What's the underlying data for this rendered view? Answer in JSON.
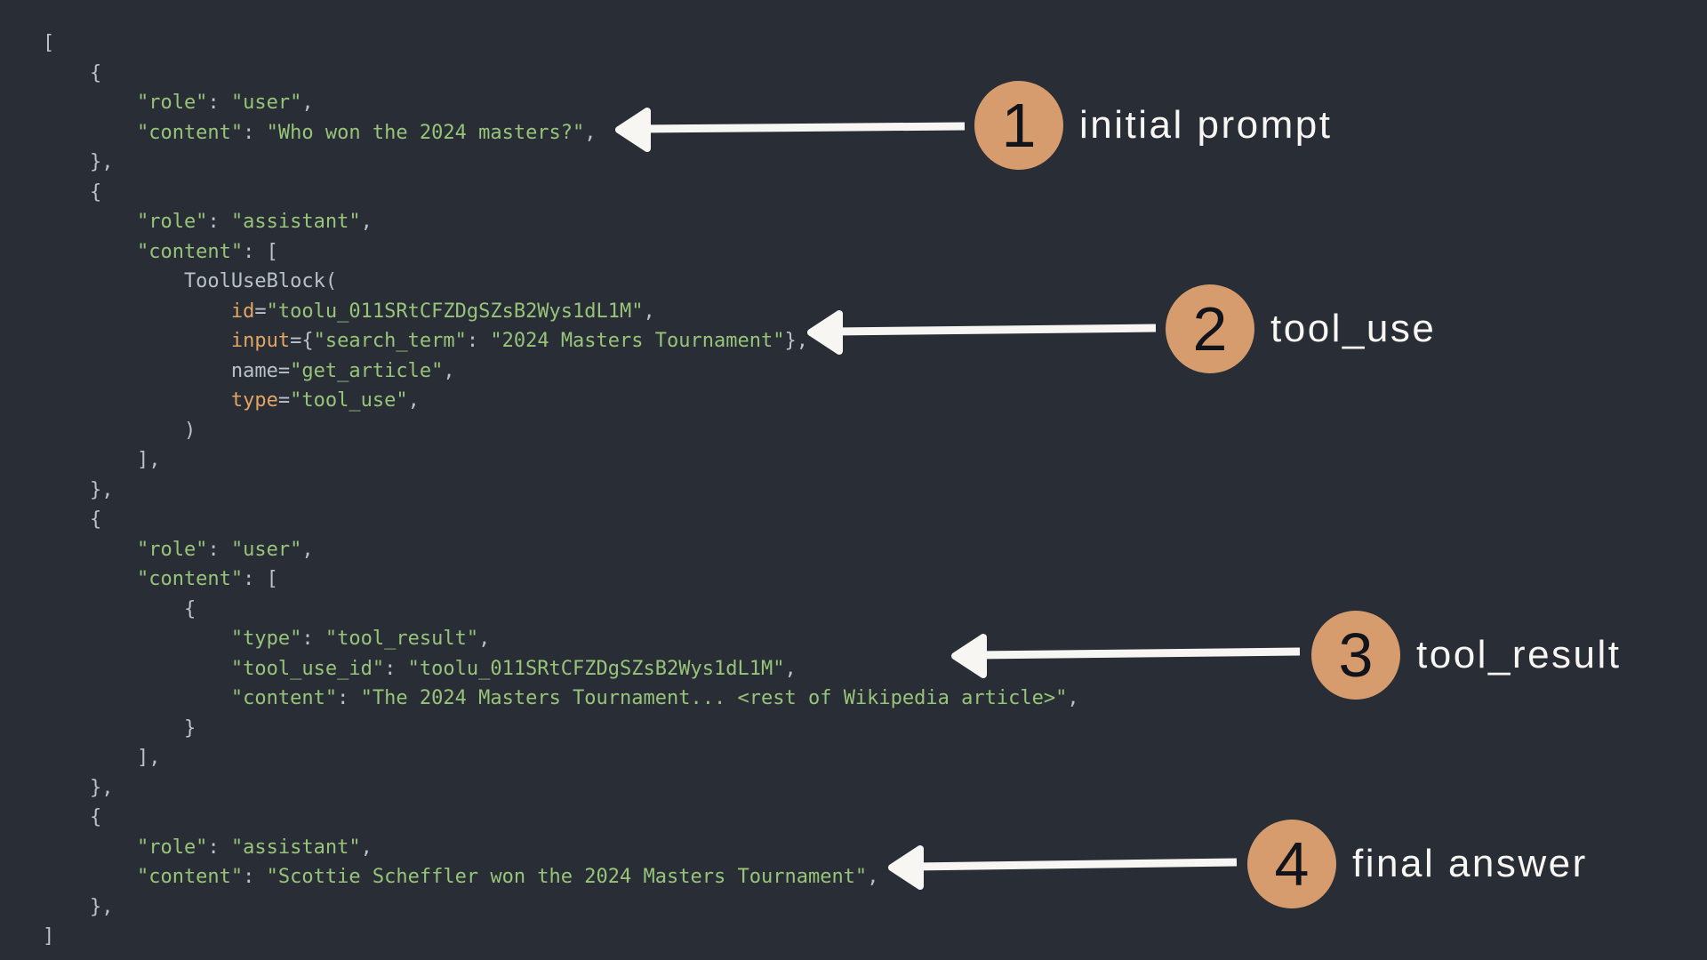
{
  "colors": {
    "bg": "#282d36",
    "code-plain": "#bac1cb",
    "code-string": "#98c47a",
    "code-keyword": "#e3a562",
    "circle-fill": "#d69c6e",
    "circle-number": "#11141a",
    "label-text": "#f7f6f3",
    "arrow": "#f7f6f3"
  },
  "code": {
    "lines": [
      [
        {
          "c": "p",
          "t": "["
        }
      ],
      [
        {
          "c": "p",
          "t": "    {"
        }
      ],
      [
        {
          "c": "s",
          "t": "        \"role\""
        },
        {
          "c": "p",
          "t": ": "
        },
        {
          "c": "s",
          "t": "\"user\""
        },
        {
          "c": "p",
          "t": ","
        }
      ],
      [
        {
          "c": "s",
          "t": "        \"content\""
        },
        {
          "c": "p",
          "t": ": "
        },
        {
          "c": "s",
          "t": "\"Who won the 2024 masters?\""
        },
        {
          "c": "p",
          "t": ","
        }
      ],
      [
        {
          "c": "p",
          "t": "    },"
        }
      ],
      [
        {
          "c": "p",
          "t": "    {"
        }
      ],
      [
        {
          "c": "s",
          "t": "        \"role\""
        },
        {
          "c": "p",
          "t": ": "
        },
        {
          "c": "s",
          "t": "\"assistant\""
        },
        {
          "c": "p",
          "t": ","
        }
      ],
      [
        {
          "c": "s",
          "t": "        \"content\""
        },
        {
          "c": "p",
          "t": ": ["
        }
      ],
      [
        {
          "c": "p",
          "t": "            ToolUseBlock("
        }
      ],
      [
        {
          "c": "p",
          "t": "                "
        },
        {
          "c": "k",
          "t": "id"
        },
        {
          "c": "p",
          "t": "="
        },
        {
          "c": "s",
          "t": "\"toolu_011SRtCFZDgSZsB2Wys1dL1M\""
        },
        {
          "c": "p",
          "t": ","
        }
      ],
      [
        {
          "c": "p",
          "t": "                "
        },
        {
          "c": "k",
          "t": "input"
        },
        {
          "c": "p",
          "t": "={"
        },
        {
          "c": "s",
          "t": "\"search_term\""
        },
        {
          "c": "p",
          "t": ": "
        },
        {
          "c": "s",
          "t": "\"2024 Masters Tournament\""
        },
        {
          "c": "p",
          "t": "},"
        }
      ],
      [
        {
          "c": "p",
          "t": "                name="
        },
        {
          "c": "s",
          "t": "\"get_article\""
        },
        {
          "c": "p",
          "t": ","
        }
      ],
      [
        {
          "c": "p",
          "t": "                "
        },
        {
          "c": "k",
          "t": "type"
        },
        {
          "c": "p",
          "t": "="
        },
        {
          "c": "s",
          "t": "\"tool_use\""
        },
        {
          "c": "p",
          "t": ","
        }
      ],
      [
        {
          "c": "p",
          "t": "            )"
        }
      ],
      [
        {
          "c": "p",
          "t": "        ],"
        }
      ],
      [
        {
          "c": "p",
          "t": "    },"
        }
      ],
      [
        {
          "c": "p",
          "t": "    {"
        }
      ],
      [
        {
          "c": "s",
          "t": "        \"role\""
        },
        {
          "c": "p",
          "t": ": "
        },
        {
          "c": "s",
          "t": "\"user\""
        },
        {
          "c": "p",
          "t": ","
        }
      ],
      [
        {
          "c": "s",
          "t": "        \"content\""
        },
        {
          "c": "p",
          "t": ": ["
        }
      ],
      [
        {
          "c": "p",
          "t": "            {"
        }
      ],
      [
        {
          "c": "s",
          "t": "                \"type\""
        },
        {
          "c": "p",
          "t": ": "
        },
        {
          "c": "s",
          "t": "\"tool_result\""
        },
        {
          "c": "p",
          "t": ","
        }
      ],
      [
        {
          "c": "s",
          "t": "                \"tool_use_id\""
        },
        {
          "c": "p",
          "t": ": "
        },
        {
          "c": "s",
          "t": "\"toolu_011SRtCFZDgSZsB2Wys1dL1M\""
        },
        {
          "c": "p",
          "t": ","
        }
      ],
      [
        {
          "c": "s",
          "t": "                \"content\""
        },
        {
          "c": "p",
          "t": ": "
        },
        {
          "c": "s",
          "t": "\"The 2024 Masters Tournament... <rest of Wikipedia article>\""
        },
        {
          "c": "p",
          "t": ","
        }
      ],
      [
        {
          "c": "p",
          "t": "            }"
        }
      ],
      [
        {
          "c": "p",
          "t": "        ],"
        }
      ],
      [
        {
          "c": "p",
          "t": "    },"
        }
      ],
      [
        {
          "c": "p",
          "t": "    {"
        }
      ],
      [
        {
          "c": "s",
          "t": "        \"role\""
        },
        {
          "c": "p",
          "t": ": "
        },
        {
          "c": "s",
          "t": "\"assistant\""
        },
        {
          "c": "p",
          "t": ","
        }
      ],
      [
        {
          "c": "s",
          "t": "        \"content\""
        },
        {
          "c": "p",
          "t": ": "
        },
        {
          "c": "s",
          "t": "\"Scottie Scheffler won the 2024 Masters Tournament\""
        },
        {
          "c": "p",
          "t": ","
        }
      ],
      [
        {
          "c": "p",
          "t": "    },"
        }
      ],
      [
        {
          "c": "p",
          "t": "]"
        }
      ]
    ]
  },
  "annotations": [
    {
      "number": "1",
      "label": "initial prompt"
    },
    {
      "number": "2",
      "label": "tool_use"
    },
    {
      "number": "3",
      "label": "tool_result"
    },
    {
      "number": "4",
      "label": "final answer"
    }
  ]
}
